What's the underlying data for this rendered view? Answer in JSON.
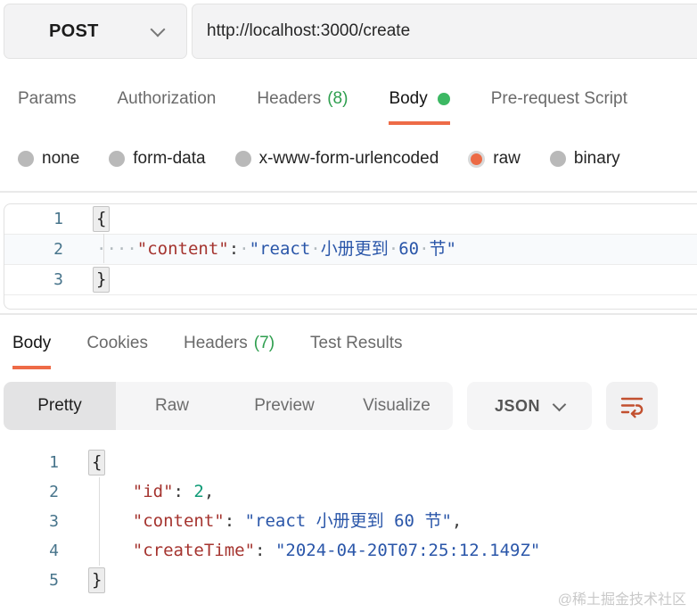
{
  "request_bar": {
    "method": "POST",
    "method_chevron_icon": "chevron-down-icon",
    "url": "http://localhost:3000/create"
  },
  "request_tabs": [
    {
      "label": "Params",
      "active": false
    },
    {
      "label": "Authorization",
      "active": false
    },
    {
      "label": "Headers",
      "count": "(8)",
      "active": false
    },
    {
      "label": "Body",
      "active": true,
      "dot": true
    },
    {
      "label": "Pre-request Script",
      "active": false
    }
  ],
  "body_types": [
    {
      "label": "none",
      "selected": false
    },
    {
      "label": "form-data",
      "selected": false
    },
    {
      "label": "x-www-form-urlencoded",
      "selected": false
    },
    {
      "label": "raw",
      "selected": true
    },
    {
      "label": "binary",
      "selected": false
    }
  ],
  "request_editor": {
    "lines": [
      {
        "num": "1",
        "tokens": [
          {
            "t": "brace",
            "v": "{"
          }
        ]
      },
      {
        "num": "2",
        "active": true,
        "tokens": [
          {
            "t": "ws",
            "v": "····"
          },
          {
            "t": "key",
            "v": "\"content\""
          },
          {
            "t": "punc",
            "v": ":"
          },
          {
            "t": "ws",
            "v": "·"
          },
          {
            "t": "str",
            "v": "\"react"
          },
          {
            "t": "ws",
            "v": "·"
          },
          {
            "t": "str",
            "v": "小册更到"
          },
          {
            "t": "ws",
            "v": "·"
          },
          {
            "t": "str",
            "v": "60"
          },
          {
            "t": "ws",
            "v": "·"
          },
          {
            "t": "str",
            "v": "节\""
          }
        ]
      },
      {
        "num": "3",
        "tokens": [
          {
            "t": "brace",
            "v": "}"
          }
        ]
      }
    ]
  },
  "response_tabs": [
    {
      "label": "Body",
      "active": true
    },
    {
      "label": "Cookies",
      "active": false
    },
    {
      "label": "Headers",
      "count": "(7)",
      "active": false
    },
    {
      "label": "Test Results",
      "active": false
    }
  ],
  "response_toolbar": {
    "views": [
      {
        "label": "Pretty",
        "active": true
      },
      {
        "label": "Raw",
        "active": false
      },
      {
        "label": "Preview",
        "active": false
      },
      {
        "label": "Visualize",
        "active": false
      }
    ],
    "format_label": "JSON",
    "format_chevron_icon": "chevron-down-icon",
    "wrap_icon": "text-wrap-icon"
  },
  "response_editor": {
    "lines": [
      {
        "num": "1",
        "tokens": [
          {
            "t": "brace",
            "v": "{"
          }
        ]
      },
      {
        "num": "2",
        "tokens": [
          {
            "t": "plain",
            "v": "    "
          },
          {
            "t": "key",
            "v": "\"id\""
          },
          {
            "t": "punc",
            "v": ": "
          },
          {
            "t": "num",
            "v": "2"
          },
          {
            "t": "punc",
            "v": ","
          }
        ]
      },
      {
        "num": "3",
        "tokens": [
          {
            "t": "plain",
            "v": "    "
          },
          {
            "t": "key",
            "v": "\"content\""
          },
          {
            "t": "punc",
            "v": ": "
          },
          {
            "t": "str",
            "v": "\"react 小册更到 60 节\""
          },
          {
            "t": "punc",
            "v": ","
          }
        ]
      },
      {
        "num": "4",
        "tokens": [
          {
            "t": "plain",
            "v": "    "
          },
          {
            "t": "key",
            "v": "\"createTime\""
          },
          {
            "t": "punc",
            "v": ": "
          },
          {
            "t": "str",
            "v": "\"2024-04-20T07:25:12.149Z\""
          }
        ]
      },
      {
        "num": "5",
        "tokens": [
          {
            "t": "brace",
            "v": "}"
          }
        ]
      }
    ]
  },
  "watermark": "@稀土掘金技术社区",
  "colors": {
    "accent_orange": "#ee6b47",
    "radio_selected_orange": "#ec6a45",
    "count_green": "#2e9e4e",
    "dot_green": "#3cb863",
    "gutter_blue": "#47748b",
    "key_red": "#a5342f",
    "string_blue": "#2a56a9",
    "number_green": "#0f9b77",
    "wrap_icon_orange": "#c2502f"
  }
}
